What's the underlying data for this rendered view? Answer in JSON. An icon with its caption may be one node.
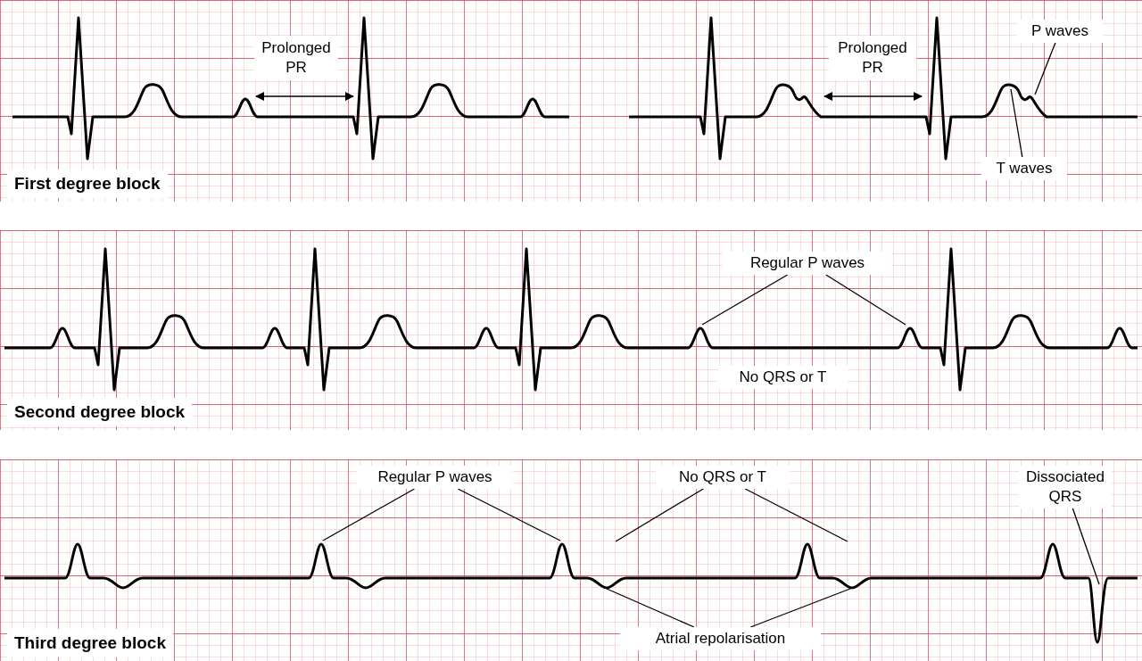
{
  "diagram": {
    "nodes": [
      {
        "text": [
          "First degree block"
        ]
      },
      {
        "text": [
          "P waves"
        ],
        "in": 0
      },
      {
        "text": [
          "T waves"
        ],
        "in": 0
      },
      {
        "text": [
          "Second degree block"
        ]
      },
      {
        "text": [
          "Regular P waves"
        ],
        "in": 3
      },
      {
        "text": [
          "Third degree block"
        ]
      },
      {
        "text": [
          "Regular P waves"
        ],
        "in": 5
      },
      {
        "text": [
          "No QRS or T"
        ],
        "in": 5
      },
      {
        "text": [
          "Dissociated QRS"
        ],
        "in": 5
      },
      {
        "text": [
          "Atrial repolarisation"
        ],
        "in": 5
      },
      {
        "text": [
          "Prolonged PR"
        ],
        "in": 0
      },
      {
        "text": [
          "Prolonged PR"
        ],
        "in": 0
      },
      {
        "text": [
          "No QRS or T"
        ],
        "in": 3
      }
    ],
    "edges": [
      {
        "from": 1,
        "to": null,
        "arrow": "none"
      },
      {
        "from": 2,
        "to": null,
        "arrow": "none"
      },
      {
        "from": 4,
        "to": null,
        "arrow": "none"
      },
      {
        "from": 4,
        "to": null,
        "arrow": "none"
      },
      {
        "from": 6,
        "to": null,
        "arrow": "none"
      },
      {
        "from": 6,
        "to": null,
        "arrow": "none"
      },
      {
        "from": 7,
        "to": null,
        "arrow": "none"
      },
      {
        "from": 7,
        "to": null,
        "arrow": "none"
      },
      {
        "from": 8,
        "to": null,
        "arrow": "none"
      },
      {
        "from": 9,
        "to": null,
        "arrow": "none"
      },
      {
        "from": 9,
        "to": null,
        "arrow": "none"
      }
    ]
  }
}
